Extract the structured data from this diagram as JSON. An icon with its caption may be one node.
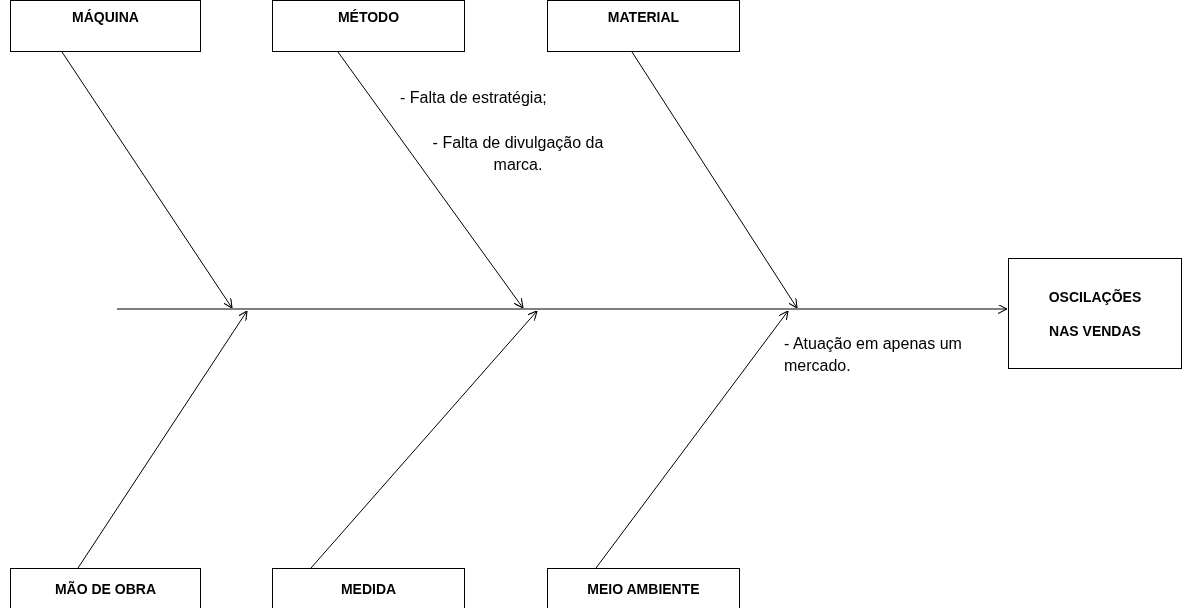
{
  "diagram": {
    "nodes": [
      {
        "text": [
          "MÁQUINA"
        ]
      },
      {
        "text": [
          "MÉTODO"
        ]
      },
      {
        "text": [
          "MATERIAL"
        ]
      },
      {
        "text": [
          "OSCILAÇÕES NAS VENDAS"
        ]
      },
      {
        "text": [
          "MÃO DE OBRA"
        ]
      },
      {
        "text": [
          "MEDIDA"
        ]
      },
      {
        "text": [
          "MEIO AMBIENTE"
        ]
      }
    ],
    "edges": [
      {
        "from": 0,
        "to": null,
        "arrow": "to"
      },
      {
        "from": 1,
        "to": null,
        "arrow": "to"
      },
      {
        "from": 2,
        "to": null,
        "arrow": "to"
      },
      {
        "from": null,
        "to": 3,
        "arrow": "to"
      },
      {
        "from": 4,
        "to": null,
        "arrow": "to"
      },
      {
        "from": 5,
        "to": null,
        "arrow": "to"
      },
      {
        "from": 6,
        "to": null,
        "arrow": "to"
      }
    ],
    "labels": [
      "- Falta de estratégia;",
      "- Falta de divulgação da marca.",
      "- Atuação em apenas um mercado."
    ]
  }
}
